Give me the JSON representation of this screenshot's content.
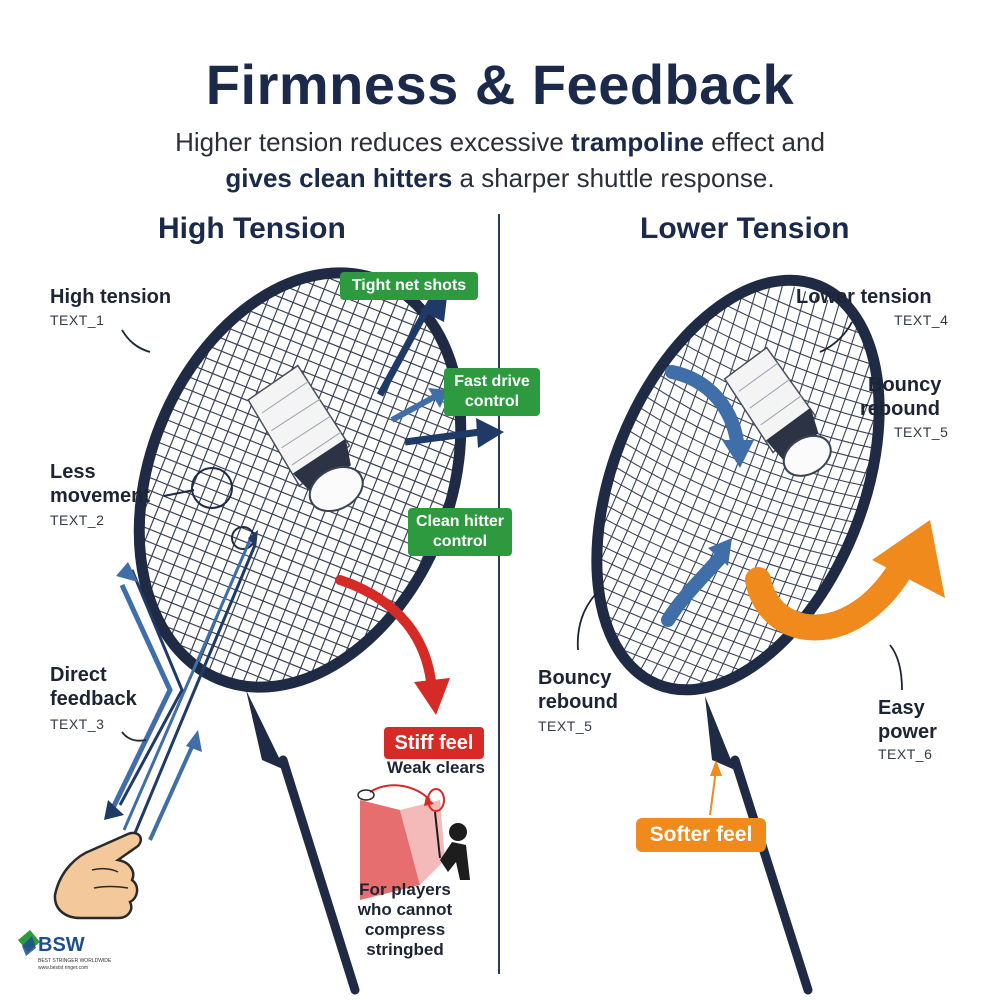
{
  "title": "Firmness & Feedback",
  "subtitle": {
    "line1_pre": "Higher tension reduces excessive ",
    "line1_bold": "trampoline",
    "line1_post": " effect and",
    "line2_bold": "gives clean hitters",
    "line2_post": " a sharper shuttle response."
  },
  "left": {
    "heading": "High Tension",
    "labels": {
      "high_tension": "High tension",
      "text_1": "TEXT_1",
      "less_movement_1": "Less",
      "less_movement_2": "movement",
      "text_2": "TEXT_2",
      "direct_feedback_1": "Direct",
      "direct_feedback_2": "feedback",
      "text_3": "TEXT_3"
    },
    "pills": {
      "tight_net": "Tight net shots",
      "fast_drive_1": "Fast drive",
      "fast_drive_2": "control",
      "clean_hitter_1": "Clean hitter",
      "clean_hitter_2": "control",
      "stiff_feel": "Stiff feel"
    },
    "weak_clears": "Weak clears",
    "for_players_1": "For players",
    "for_players_2": "who cannot",
    "for_players_3": "compress",
    "for_players_4": "stringbed"
  },
  "right": {
    "heading": "Lower Tension",
    "labels": {
      "lower_tension": "Lower tension",
      "text_4": "TEXT_4",
      "bouncy_1": "Bouncy",
      "bouncy_2": "rebound",
      "text_5a": "TEXT_5",
      "bouncy_b1": "Bouncy",
      "bouncy_b2": "rebound",
      "text_5b": "TEXT_5",
      "easy_1": "Easy",
      "easy_2": "power",
      "text_6": "TEXT_6"
    },
    "softer_feel": "Softer feel"
  },
  "logo": {
    "text": "BSW",
    "tagline": "BEST STRINGER WORLDWIDE",
    "url": "www.bestst ringer.com"
  },
  "colors": {
    "navy": "#1b2a4a",
    "green": "#2e9a3f",
    "red": "#d62a26",
    "orange": "#f08a1c",
    "blue_arrow": "#3f6ea8"
  }
}
